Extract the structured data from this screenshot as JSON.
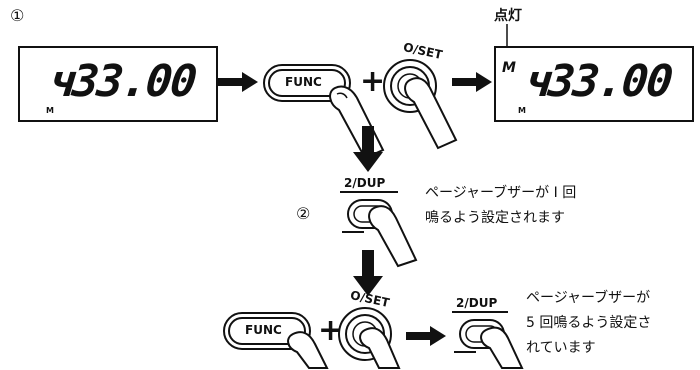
{
  "step1": {
    "marker": "①"
  },
  "step2": {
    "marker": "②"
  },
  "display_before": {
    "value": "ч33.00",
    "indicator": "M"
  },
  "display_after": {
    "value": "ч33.00",
    "indicator": "M",
    "mode_indicator": "M",
    "callout": "点灯"
  },
  "keys": {
    "func": "FUNC",
    "oset": "O/SET",
    "dup": "2/DUP",
    "plus": "+"
  },
  "notes": {
    "once": [
      "ページャーブザーが I 回",
      "鳴るよう設定されます"
    ],
    "five": [
      "ページャーブザーが",
      "5 回鳴るよう設定さ",
      "れています"
    ]
  }
}
